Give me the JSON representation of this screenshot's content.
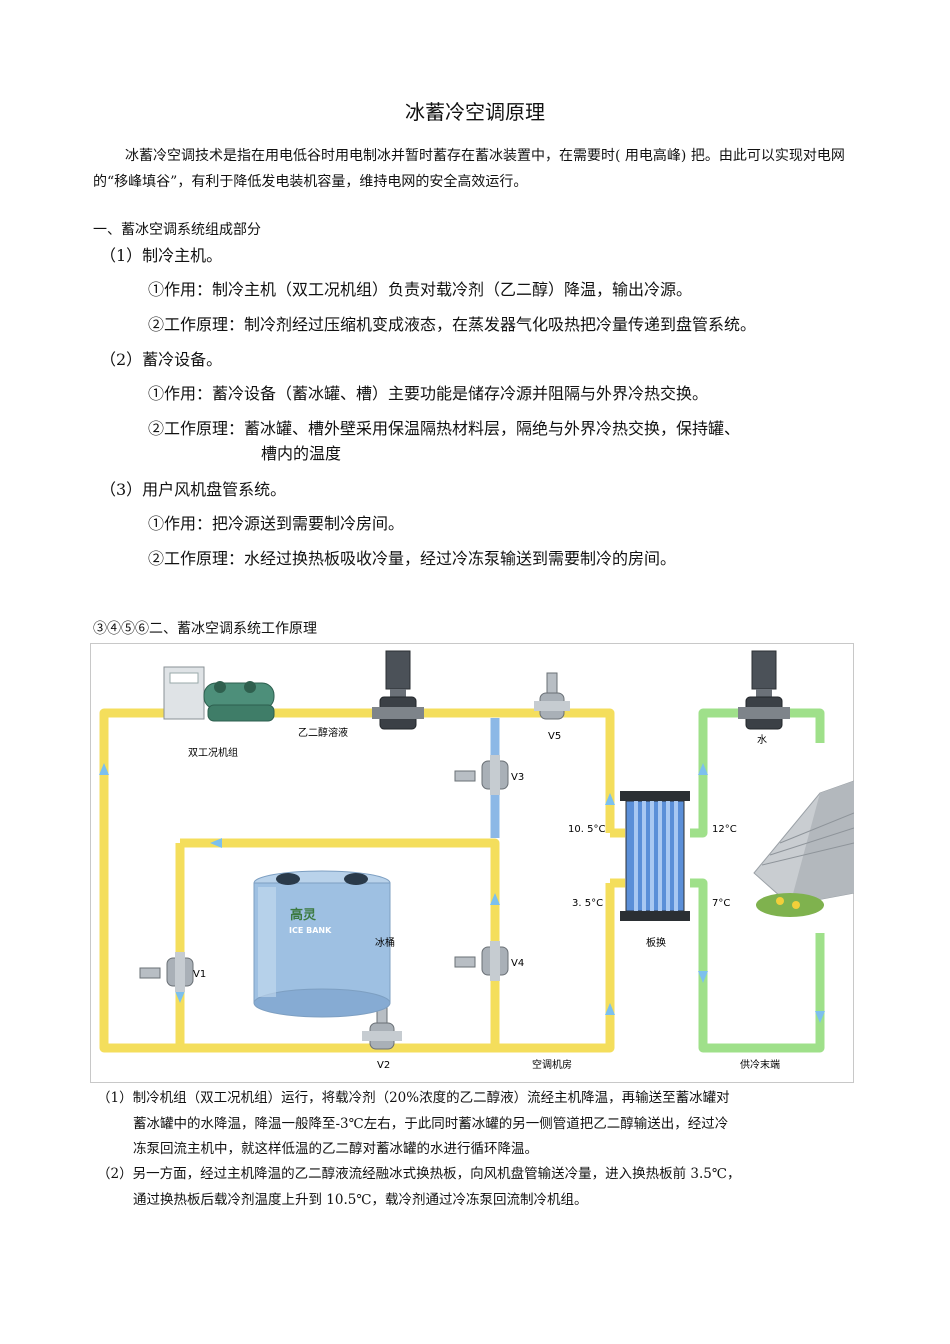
{
  "title": "冰蓄冷空调原理",
  "intro": "冰蓄冷空调技术是指在用电低谷时用电制冰并暂时蓄存在蓄冰装置中，在需要时(  用电高峰) 把。由此可以实现对电网的“移峰填谷”，有利于降低发电装机容量，维持电网的安全高效运行。",
  "section1": {
    "heading": "一、蓄冰空调系统组成部分",
    "parts": [
      {
        "label": "（1）制冷主机。",
        "role": "①作用：制冷主机（双工况机组）负责对载冷剂（乙二醇）降温，输出冷源。",
        "principle": "②工作原理：制冷剂经过压缩机变成液态，在蒸发器气化吸热把冷量传递到盘管系统。"
      },
      {
        "label": "（2）蓄冷设备。",
        "role": "①作用：蓄冷设备（蓄冰罐、槽）主要功能是储存冷源并阻隔与外界冷热交换。",
        "principle_line1": "②工作原理：蓄冰罐、槽外壁采用保温隔热材料层，隔绝与外界冷热交换，保持罐、",
        "principle_line2": "槽内的温度"
      },
      {
        "label": "（3）用户风机盘管系统。",
        "role": "①作用：把冷源送到需要制冷房间。",
        "principle": "②工作原理：水经过换热板吸收冷量，经过冷冻泵输送到需要制冷的房间。"
      }
    ]
  },
  "section2": {
    "heading": "③④⑤⑥二、蓄冰空调系统工作原理"
  },
  "diagram": {
    "labels": {
      "chiller": "双工况机组",
      "glycol": "乙二醇溶液",
      "v1": "V1",
      "v2": "V2",
      "v3": "V3",
      "v4": "V4",
      "v5": "V5",
      "ice_tank": "冰桶",
      "tank_brand": "高灵",
      "tank_brand_en": "ICE BANK",
      "water": "水",
      "t_10_5": "10. 5°C",
      "t_3_5": "3. 5°C",
      "t_12": "12°C",
      "t_7": "7°C",
      "plate_hx": "板换",
      "machine_room": "空调机房",
      "terminal": "供冷末端"
    },
    "colors": {
      "glycol_pipe": "#f4de5c",
      "water_pipe": "#9fe08a",
      "ice_pipe": "#8cb8e6",
      "tank": "#9ec0e2"
    }
  },
  "notes": {
    "n1_line1": "（1）制冷机组（双工况机组）运行，将载冷剂（20%浓度的乙二醇液）流经主机降温，再输送至蓄冰罐对",
    "n1_line2": "蓄冰罐中的水降温，降温一般降至-3℃左右，于此同时蓄冰罐的另一侧管道把乙二醇输送出，经过冷",
    "n1_line3": "冻泵回流主机中，就这样低温的乙二醇对蓄冰罐的水进行循环降温。",
    "n2_line1": "（2）另一方面，经过主机降温的乙二醇液流经融冰式换热板，向风机盘管输送冷量，进入换热板前 3.5℃，",
    "n2_line2": "通过换热板后载冷剂温度上升到 10.5℃，载冷剂通过冷冻泵回流制冷机组。"
  }
}
